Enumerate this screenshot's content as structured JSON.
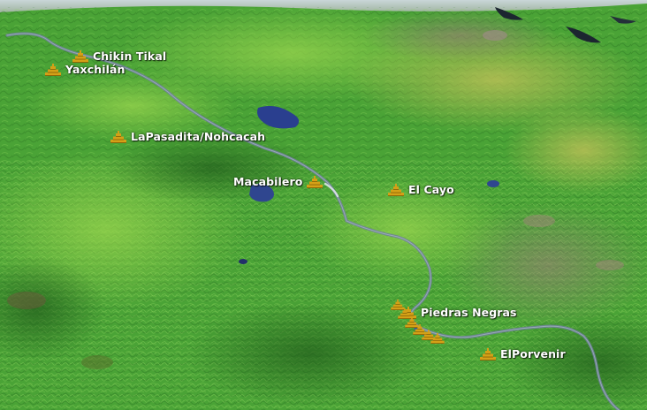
{
  "map": {
    "colors": {
      "forest": "#3f9a2e",
      "forest_light": "#7fc84a",
      "forest_dark": "#2c6f22",
      "river": "#6f7f9a",
      "lake": "#2a3f8f",
      "marker": "#d4a017",
      "label": "#ffffff"
    },
    "marker_icon": "pyramid-icon",
    "sites": [
      {
        "id": "chikin-tikal",
        "name": "Chikin Tikal"
      },
      {
        "id": "yaxchilan",
        "name": "Yaxchilán"
      },
      {
        "id": "lapasadita",
        "name": "LaPasadita/Nohcacah"
      },
      {
        "id": "macabilero",
        "name": "Macabilero"
      },
      {
        "id": "el-cayo",
        "name": "El Cayo"
      },
      {
        "id": "piedras-negras",
        "name": "Piedras Negras"
      },
      {
        "id": "elporvenir",
        "name": "ElPorvenir"
      }
    ]
  }
}
